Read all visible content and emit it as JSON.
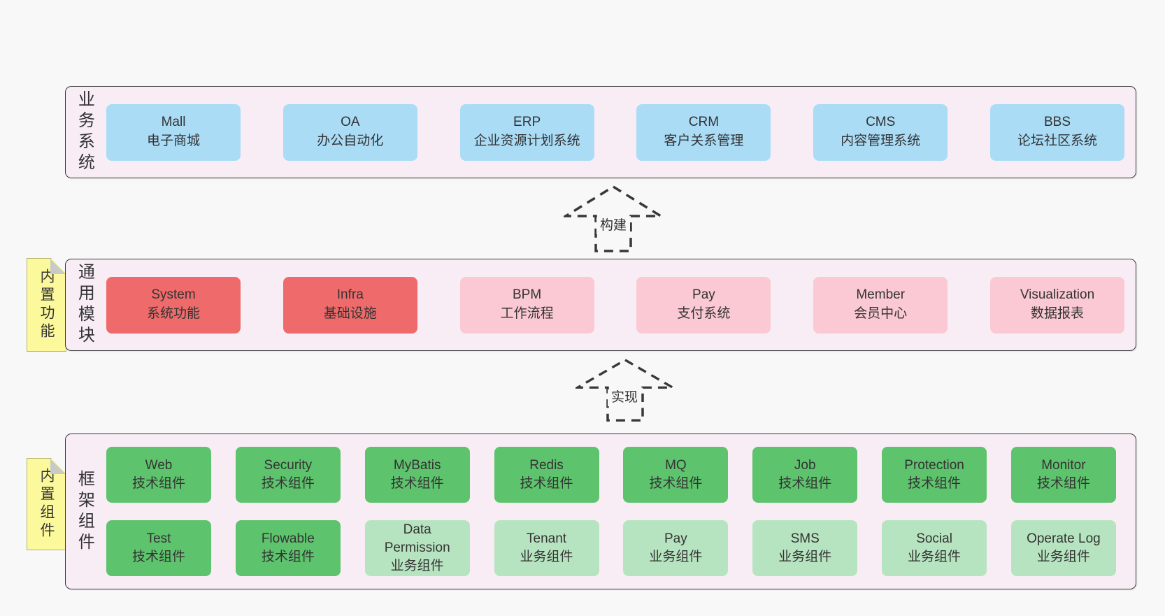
{
  "diagram_title": "",
  "colors": {
    "blue": "#aadcf6",
    "red": "#ef6b6b",
    "pink": "#fbc9d3",
    "green": "#5ec36d",
    "lightgreen": "#b7e4c0",
    "yellow_note": "#fbf99b",
    "panel_bg": "#f8edf5",
    "page_bg": "#f8f8f8",
    "border": "#383838",
    "text": "#333333"
  },
  "arrows": [
    {
      "label": "构建"
    },
    {
      "label": "实现"
    }
  ],
  "layers": [
    {
      "id": "business-systems",
      "label": "业务系统",
      "boxes": [
        {
          "title": "Mall",
          "subtitle": "电子商城",
          "variant": "blue"
        },
        {
          "title": "OA",
          "subtitle": "办公自动化",
          "variant": "blue"
        },
        {
          "title": "ERP",
          "subtitle": "企业资源计划系统",
          "variant": "blue"
        },
        {
          "title": "CRM",
          "subtitle": "客户关系管理",
          "variant": "blue"
        },
        {
          "title": "CMS",
          "subtitle": "内容管理系统",
          "variant": "blue"
        },
        {
          "title": "BBS",
          "subtitle": "论坛社区系统",
          "variant": "blue"
        }
      ]
    },
    {
      "id": "common-modules",
      "label": "通用模块",
      "side_note": "内置功能",
      "boxes": [
        {
          "title": "System",
          "subtitle": "系统功能",
          "variant": "red"
        },
        {
          "title": "Infra",
          "subtitle": "基础设施",
          "variant": "red"
        },
        {
          "title": "BPM",
          "subtitle": "工作流程",
          "variant": "pink"
        },
        {
          "title": "Pay",
          "subtitle": "支付系统",
          "variant": "pink"
        },
        {
          "title": "Member",
          "subtitle": "会员中心",
          "variant": "pink"
        },
        {
          "title": "Visualization",
          "subtitle": "数据报表",
          "variant": "pink"
        }
      ]
    },
    {
      "id": "framework-components",
      "label": "框架组件",
      "side_note": "内置组件",
      "rows": [
        [
          {
            "title": "Web",
            "subtitle": "技术组件",
            "variant": "green"
          },
          {
            "title": "Security",
            "subtitle": "技术组件",
            "variant": "green"
          },
          {
            "title": "MyBatis",
            "subtitle": "技术组件",
            "variant": "green"
          },
          {
            "title": "Redis",
            "subtitle": "技术组件",
            "variant": "green"
          },
          {
            "title": "MQ",
            "subtitle": "技术组件",
            "variant": "green"
          },
          {
            "title": "Job",
            "subtitle": "技术组件",
            "variant": "green"
          },
          {
            "title": "Protection",
            "subtitle": "技术组件",
            "variant": "green"
          },
          {
            "title": "Monitor",
            "subtitle": "技术组件",
            "variant": "green"
          }
        ],
        [
          {
            "title": "Test",
            "subtitle": "技术组件",
            "variant": "green"
          },
          {
            "title": "Flowable",
            "subtitle": "技术组件",
            "variant": "green"
          },
          {
            "title": "Data Permission",
            "subtitle": "业务组件",
            "variant": "lightgreen"
          },
          {
            "title": "Tenant",
            "subtitle": "业务组件",
            "variant": "lightgreen"
          },
          {
            "title": "Pay",
            "subtitle": "业务组件",
            "variant": "lightgreen"
          },
          {
            "title": "SMS",
            "subtitle": "业务组件",
            "variant": "lightgreen"
          },
          {
            "title": "Social",
            "subtitle": "业务组件",
            "variant": "lightgreen"
          },
          {
            "title": "Operate Log",
            "subtitle": "业务组件",
            "variant": "lightgreen"
          }
        ]
      ]
    }
  ]
}
